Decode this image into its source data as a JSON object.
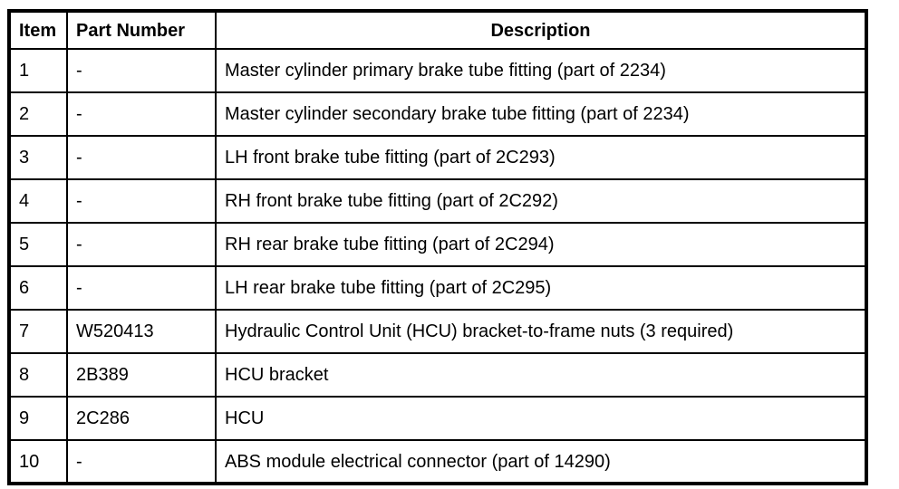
{
  "page": {
    "background_color": "#ffffff",
    "text_color": "#000000",
    "border_color": "#000000"
  },
  "table": {
    "columns": [
      {
        "key": "item",
        "label": "Item"
      },
      {
        "key": "part_number",
        "label": "Part Number"
      },
      {
        "key": "description",
        "label": "Description"
      }
    ],
    "rows": [
      {
        "item": "1",
        "part_number": "-",
        "description": "Master cylinder primary brake tube fitting (part of 2234)"
      },
      {
        "item": "2",
        "part_number": "-",
        "description": "Master cylinder secondary brake tube fitting (part of 2234)"
      },
      {
        "item": "3",
        "part_number": "-",
        "description": "LH front brake tube fitting (part of 2C293)"
      },
      {
        "item": "4",
        "part_number": "-",
        "description": "RH front brake tube fitting (part of 2C292)"
      },
      {
        "item": "5",
        "part_number": "-",
        "description": "RH rear brake tube fitting (part of 2C294)"
      },
      {
        "item": "6",
        "part_number": "-",
        "description": "LH rear brake tube fitting (part of 2C295)"
      },
      {
        "item": "7",
        "part_number": "W520413",
        "description": "Hydraulic Control Unit (HCU) bracket-to-frame nuts (3 required)"
      },
      {
        "item": "8",
        "part_number": "2B389",
        "description": "HCU bracket"
      },
      {
        "item": "9",
        "part_number": "2C286",
        "description": "HCU"
      },
      {
        "item": "10",
        "part_number": "-",
        "description": "ABS module electrical connector (part of 14290)"
      }
    ]
  }
}
